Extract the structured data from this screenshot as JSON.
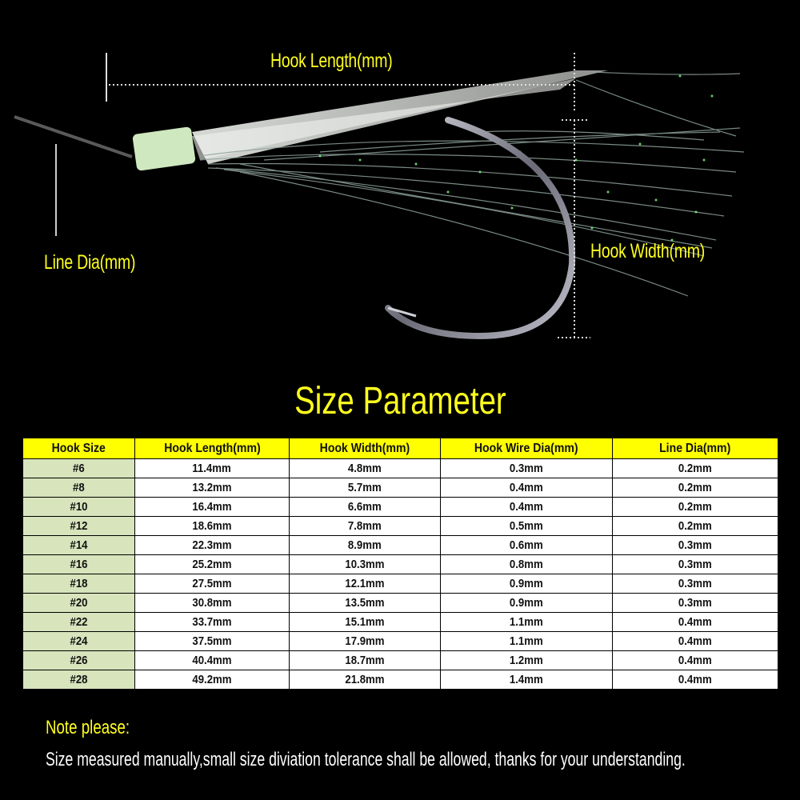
{
  "annotations": {
    "hook_length": "Hook Length(mm)",
    "line_dia": "Line Dia(mm)",
    "hook_width": "Hook Width(mm)"
  },
  "title": "Size Parameter",
  "colors": {
    "accent_yellow": "#ffff1e",
    "header_bg": "#ffff00",
    "size_col_bg": "#d7e4bc",
    "background": "#000000"
  },
  "table": {
    "headers": [
      "Hook Size",
      "Hook Length(mm)",
      "Hook Width(mm)",
      "Hook Wire Dia(mm)",
      "Line Dia(mm)"
    ],
    "rows": [
      [
        "#6",
        "11.4mm",
        "4.8mm",
        "0.3mm",
        "0.2mm"
      ],
      [
        "#8",
        "13.2mm",
        "5.7mm",
        "0.4mm",
        "0.2mm"
      ],
      [
        "#10",
        "16.4mm",
        "6.6mm",
        "0.4mm",
        "0.2mm"
      ],
      [
        "#12",
        "18.6mm",
        "7.8mm",
        "0.5mm",
        "0.2mm"
      ],
      [
        "#14",
        "22.3mm",
        "8.9mm",
        "0.6mm",
        "0.3mm"
      ],
      [
        "#16",
        "25.2mm",
        "10.3mm",
        "0.8mm",
        "0.3mm"
      ],
      [
        "#18",
        "27.5mm",
        "12.1mm",
        "0.9mm",
        "0.3mm"
      ],
      [
        "#20",
        "30.8mm",
        "13.5mm",
        "0.9mm",
        "0.3mm"
      ],
      [
        "#22",
        "33.7mm",
        "15.1mm",
        "1.1mm",
        "0.4mm"
      ],
      [
        "#24",
        "37.5mm",
        "17.9mm",
        "1.1mm",
        "0.4mm"
      ],
      [
        "#26",
        "40.4mm",
        "18.7mm",
        "1.2mm",
        "0.4mm"
      ],
      [
        "#28",
        "49.2mm",
        "21.8mm",
        "1.4mm",
        "0.4mm"
      ]
    ]
  },
  "note": {
    "title": "Note please:",
    "text": "Size measured manually,small size diviation tolerance shall be allowed, thanks for your understanding."
  }
}
